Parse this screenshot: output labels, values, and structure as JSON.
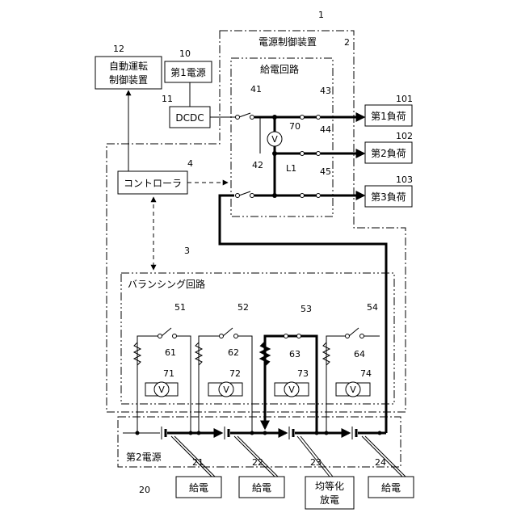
{
  "labels": {
    "power_control_device": "電源制御装置",
    "power_supply_circuit": "給電回路",
    "auto_drive_device_line1": "自動運転",
    "auto_drive_device_line2": "制御装置",
    "first_power": "第1電源",
    "dcdc": "DCDC",
    "controller": "コントローラ",
    "load1": "第1負荷",
    "load2": "第2負荷",
    "load3": "第3負荷",
    "balancing_circuit": "バランシング回路",
    "second_power": "第2電源",
    "l1": "L1",
    "feed1": "給電",
    "feed2": "給電",
    "equalize_line1": "均等化",
    "equalize_line2": "放電",
    "feed4": "給電",
    "v": "V"
  },
  "refs": {
    "r1": "1",
    "r2": "2",
    "r3": "3",
    "r4": "4",
    "r10": "10",
    "r11": "11",
    "r12": "12",
    "r20": "20",
    "r21": "21",
    "r22": "22",
    "r23": "23",
    "r24": "24",
    "r41": "41",
    "r42": "42",
    "r43": "43",
    "r44": "44",
    "r45": "45",
    "r51": "51",
    "r52": "52",
    "r53": "53",
    "r54": "54",
    "r61": "61",
    "r62": "62",
    "r63": "63",
    "r64": "64",
    "r70": "70",
    "r71": "71",
    "r72": "72",
    "r73": "73",
    "r74": "74",
    "r101": "101",
    "r102": "102",
    "r103": "103"
  }
}
